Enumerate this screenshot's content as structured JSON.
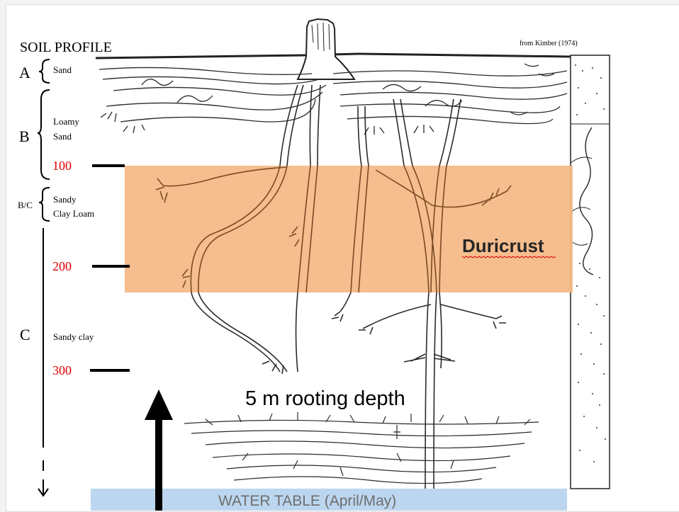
{
  "diagram": {
    "title": "SOIL PROFILE",
    "source": "from Kimber (1974)",
    "horizons": [
      {
        "letter": "A",
        "texture": [
          "Sand"
        ]
      },
      {
        "letter": "B",
        "texture": [
          "Loamy",
          "Sand"
        ]
      },
      {
        "letter": "B/C",
        "texture": [
          "Sandy",
          "Clay Loam"
        ]
      },
      {
        "letter": "C",
        "texture": [
          "Sandy clay"
        ]
      }
    ],
    "depth_marks": [
      "100",
      "200",
      "300"
    ],
    "duricrust_label": "Duricrust",
    "rooting_depth_label": "5 m rooting depth",
    "water_table_label": "WATER TABLE (April/May)",
    "colors": {
      "duricrust_fill": "#f6b988",
      "water_table_fill": "#bcd6f0",
      "depth_mark_text": "#e00000",
      "water_table_text": "#6e6e6e",
      "root_ink": "#2a2a2a",
      "root_ink_in_duricrust": "#7a4a24",
      "spellcheck_underline": "#e00000"
    }
  }
}
